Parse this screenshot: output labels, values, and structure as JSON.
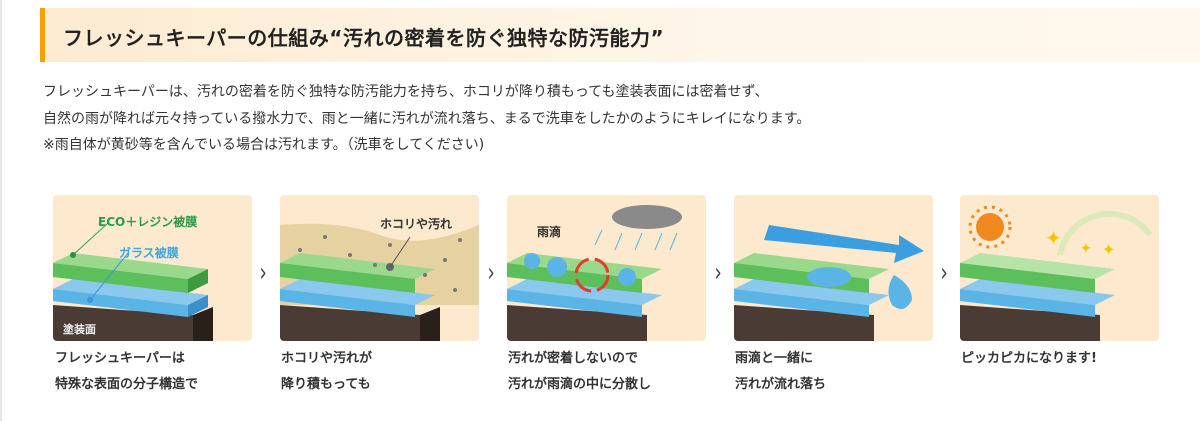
{
  "header": {
    "title": "フレッシュキーパーの仕組み“汚れの密着を防ぐ独特な防汚能力”"
  },
  "description": {
    "lines": [
      "フレッシュキーパーは、汚れの密着を防ぐ独特な防汚能力を持ち、ホコリが降り積もっても塗装表面には密着せず、",
      "自然の雨が降れば元々持っている撥水力で、雨と一緒に汚れが流れ落ち、まるで洗車をしたかのようにキレイになります。",
      "※雨自体が黄砂等を含んでいる場合は汚れます。（洗車をしてください)"
    ]
  },
  "steps": [
    {
      "labels": [
        "ECO＋レジン被膜",
        "ガラス被膜",
        "塗装面"
      ],
      "caption": [
        "フレッシュキーパーは",
        "特殊な表面の分子構造で"
      ]
    },
    {
      "labels": [
        "ホコリや汚れ"
      ],
      "caption": [
        "ホコリや汚れが",
        "降り積もっても"
      ]
    },
    {
      "labels": [
        "雨滴"
      ],
      "caption": [
        "汚れが密着しないので",
        "汚れが雨滴の中に分散し"
      ]
    },
    {
      "labels": [],
      "caption": [
        "雨滴と一緒に",
        "汚れが流れ落ち"
      ]
    },
    {
      "labels": [],
      "caption": [
        "ピッカピカになります!"
      ]
    }
  ],
  "arrow_glyph": "›",
  "colors": {
    "accent": "#f2a200",
    "green": "#5cbf5c",
    "blue": "#5ab4e6",
    "panel": "#fde9cd"
  }
}
